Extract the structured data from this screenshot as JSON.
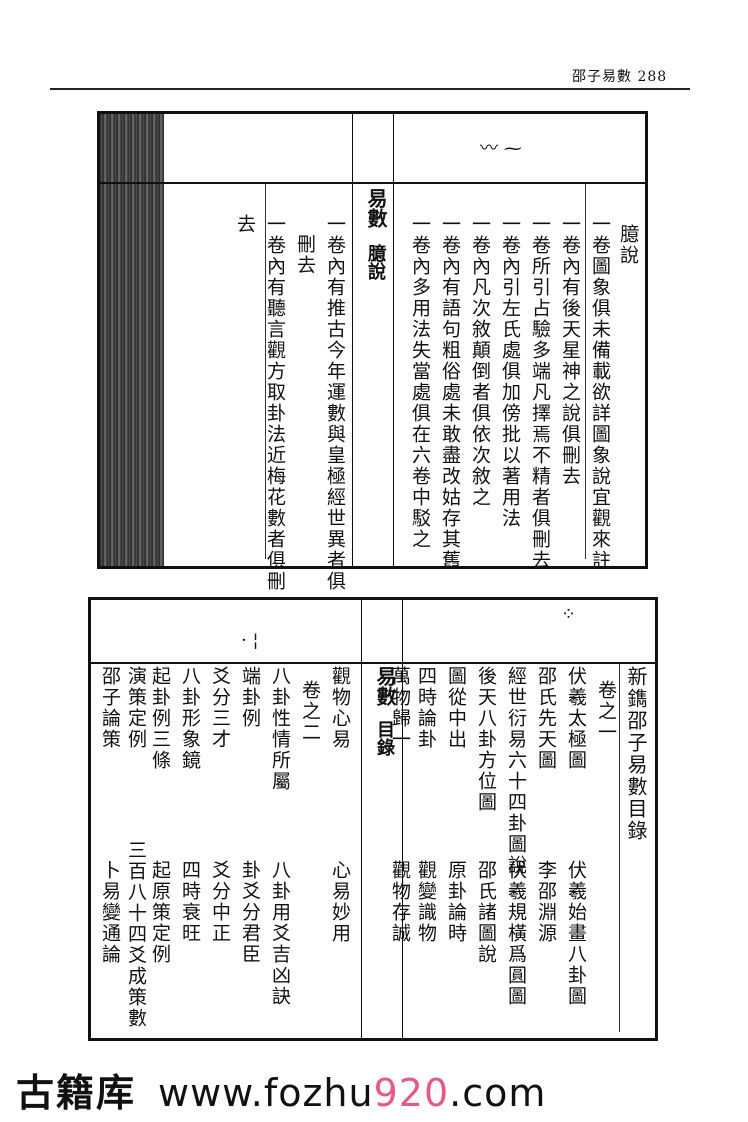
{
  "header": {
    "title": "邵子易數 288"
  },
  "top_page": {
    "center_label": "易數",
    "center_section": "臆說",
    "columns": [
      "臆說",
      "一卷圖象俱未備載欲詳圖象說宜觀來註",
      "一卷內有後天星神之說俱刪去",
      "一卷所引占驗多端凡擇焉不精者俱刪去",
      "一卷內引左氏處俱加傍批以著用法",
      "一卷內凡次敘顛倒者俱依次敘之",
      "一卷內有語句粗俗處未敢盡改姑存其舊",
      "一卷內多用法失當處俱在六卷中駁之",
      "一卷內有推古今年運數與皇極經世異者俱",
      "刪去",
      "一卷內有聽言觀方取卦法近梅花數者俱刪",
      "去"
    ]
  },
  "bottom_page": {
    "center_label": "易數",
    "center_section": "目錄",
    "title": "新鐫邵子易數目錄",
    "columns": [
      {
        "upper": "卷之一",
        "lower": ""
      },
      {
        "upper": "伏羲太極圖",
        "lower": "伏羲始畫八卦圖"
      },
      {
        "upper": "邵氏先天圖",
        "lower": "李邵淵源"
      },
      {
        "upper": "經世衍易六十四卦圖說",
        "lower": "伏羲規橫爲圓圖"
      },
      {
        "upper": "後天八卦方位圖",
        "lower": "邵氏諸圖說"
      },
      {
        "upper": "圖從中出",
        "lower": "原卦論時"
      },
      {
        "upper": "四時論卦",
        "lower": "觀變識物"
      },
      {
        "upper": "萬物歸一",
        "lower": "觀物存誠"
      },
      {
        "upper": "觀物心易",
        "lower": "心易妙用"
      },
      {
        "upper": "卷之二",
        "lower": ""
      },
      {
        "upper": "八卦性情所屬",
        "lower": "八卦用爻吉凶訣"
      },
      {
        "upper": "端卦例",
        "lower": "卦爻分君臣"
      },
      {
        "upper": "爻分三才",
        "lower": "爻分中正"
      },
      {
        "upper": "八卦形象鏡",
        "lower": "四時衰旺"
      },
      {
        "upper": "起卦例三條",
        "lower": "起原策定例"
      },
      {
        "upper": "演策定例",
        "lower": "三百八十四爻成策數"
      },
      {
        "upper": "邵子論策",
        "lower": "卜易變通論"
      }
    ]
  },
  "footer": {
    "brand": "古籍库",
    "url_prefix": "www.fozhu",
    "url_number": "920",
    "url_suffix": ".com",
    "accent_color": "#e45a86"
  }
}
